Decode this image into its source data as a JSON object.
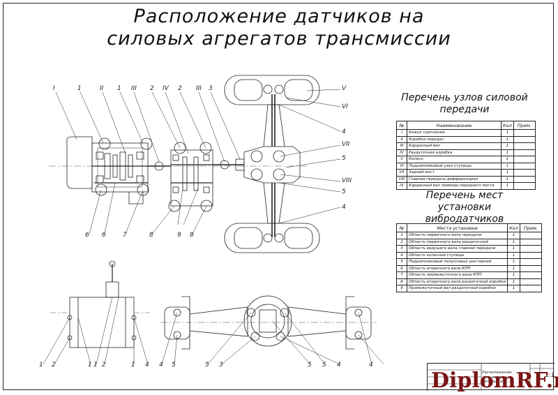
{
  "drawing": {
    "title_line1": "Расположение датчиков на",
    "title_line2": "силовых агрегатов трансмиссии"
  },
  "top_labels": [
    "I",
    "1",
    "II",
    "1",
    "III",
    "2",
    "IV",
    "2",
    "III",
    "3"
  ],
  "right_labels": [
    "V",
    "VI",
    "4",
    "VII",
    "5",
    "VIII",
    "5",
    "4"
  ],
  "bottom_left_labels": [
    "6",
    "6",
    "7",
    "8",
    "9",
    "8"
  ],
  "bottom_view_labels": [
    "1",
    "2",
    "1",
    "1",
    "2",
    "1",
    "4",
    "4",
    "5",
    "5",
    "3",
    "5",
    "5",
    "4",
    "4"
  ],
  "table1": {
    "title_line1": "Перечень узлов силовой",
    "title_line2": "передачи",
    "headers": {
      "no": "№",
      "name": "Наименование",
      "qty": "Кол",
      "note": "Прим."
    },
    "rows": [
      {
        "no": "I",
        "name": "Кожух сцепления",
        "qty": "1"
      },
      {
        "no": "II",
        "name": "Коробка передач",
        "qty": "1"
      },
      {
        "no": "III",
        "name": "Карданный вал",
        "qty": "1"
      },
      {
        "no": "IV",
        "name": "Раздаточная коробка",
        "qty": "1"
      },
      {
        "no": "V",
        "name": "Колесо",
        "qty": "1"
      },
      {
        "no": "VI",
        "name": "Подшипниковый узел ступицы",
        "qty": "1"
      },
      {
        "no": "VII",
        "name": "Задний мост",
        "qty": "1"
      },
      {
        "no": "VIII",
        "name": "Главная передача дифференциал",
        "qty": "1"
      },
      {
        "no": "IX",
        "name": "Карданный вал привода переднего моста",
        "qty": "1"
      }
    ]
  },
  "table2": {
    "title_line1": "Перечень мест",
    "title_line2": "установки",
    "title_line3": "вибродатчиков",
    "headers": {
      "no": "№",
      "name": "Места установки",
      "qty": "Кол",
      "note": "Прим."
    },
    "rows": [
      {
        "no": "1",
        "name": "Область первичного вала передачи",
        "qty": "1"
      },
      {
        "no": "2",
        "name": "Область первичного вала раздаточной",
        "qty": "1"
      },
      {
        "no": "3",
        "name": "Область ведущего вала главной передачи",
        "qty": "1"
      },
      {
        "no": "4",
        "name": "Область колесной ступицы",
        "qty": "1"
      },
      {
        "no": "5",
        "name": "Подшипниковый полуосевых шестерней",
        "qty": "1"
      },
      {
        "no": "6",
        "name": "Область вторичного вала КПП",
        "qty": "1"
      },
      {
        "no": "7",
        "name": "Область промежуточного вала КПП",
        "qty": "1"
      },
      {
        "no": "8",
        "name": "Область вторичного вала раздаточной коробки",
        "qty": "1"
      },
      {
        "no": "9",
        "name": "Промежуточный вал раздаточной коробки",
        "qty": "1"
      }
    ]
  },
  "stamp": {
    "name": "Расположение датчиков на силовых агр...",
    "scale": "1:1"
  },
  "watermark": "DiplomRF.ru"
}
